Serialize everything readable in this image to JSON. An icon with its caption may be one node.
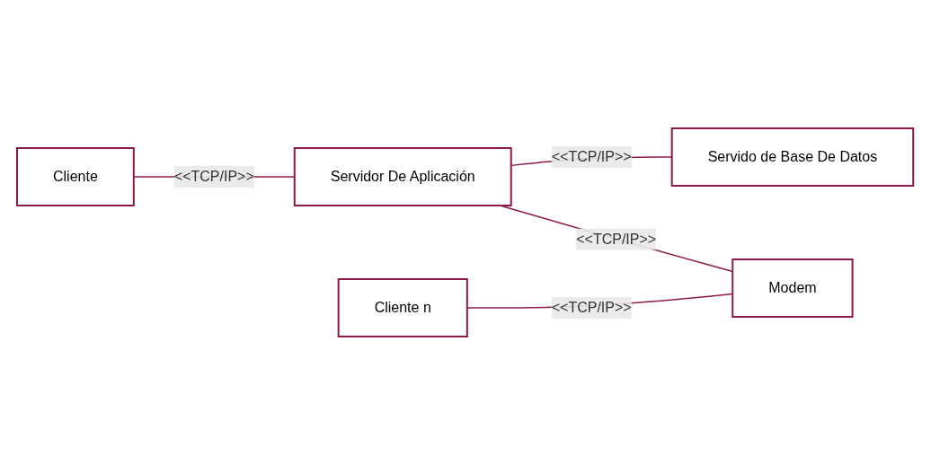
{
  "diagram": {
    "nodes": [
      {
        "text": [
          "Cliente"
        ]
      },
      {
        "text": [
          "Servidor De Aplicación"
        ]
      },
      {
        "text": [
          "Servido de Base De Datos"
        ]
      },
      {
        "text": [
          "Cliente n"
        ]
      },
      {
        "text": [
          "Modem"
        ]
      }
    ],
    "edges": [
      {
        "from": 0,
        "to": 1,
        "arrow": "none",
        "label": "<<TCP/IP>>"
      },
      {
        "from": 1,
        "to": 2,
        "arrow": "none",
        "label": "<<TCP/IP>>"
      },
      {
        "from": 1,
        "to": 4,
        "arrow": "none",
        "label": "<<TCP/IP>>"
      },
      {
        "from": 3,
        "to": 4,
        "arrow": "none",
        "label": "<<TCP/IP>>"
      }
    ]
  }
}
